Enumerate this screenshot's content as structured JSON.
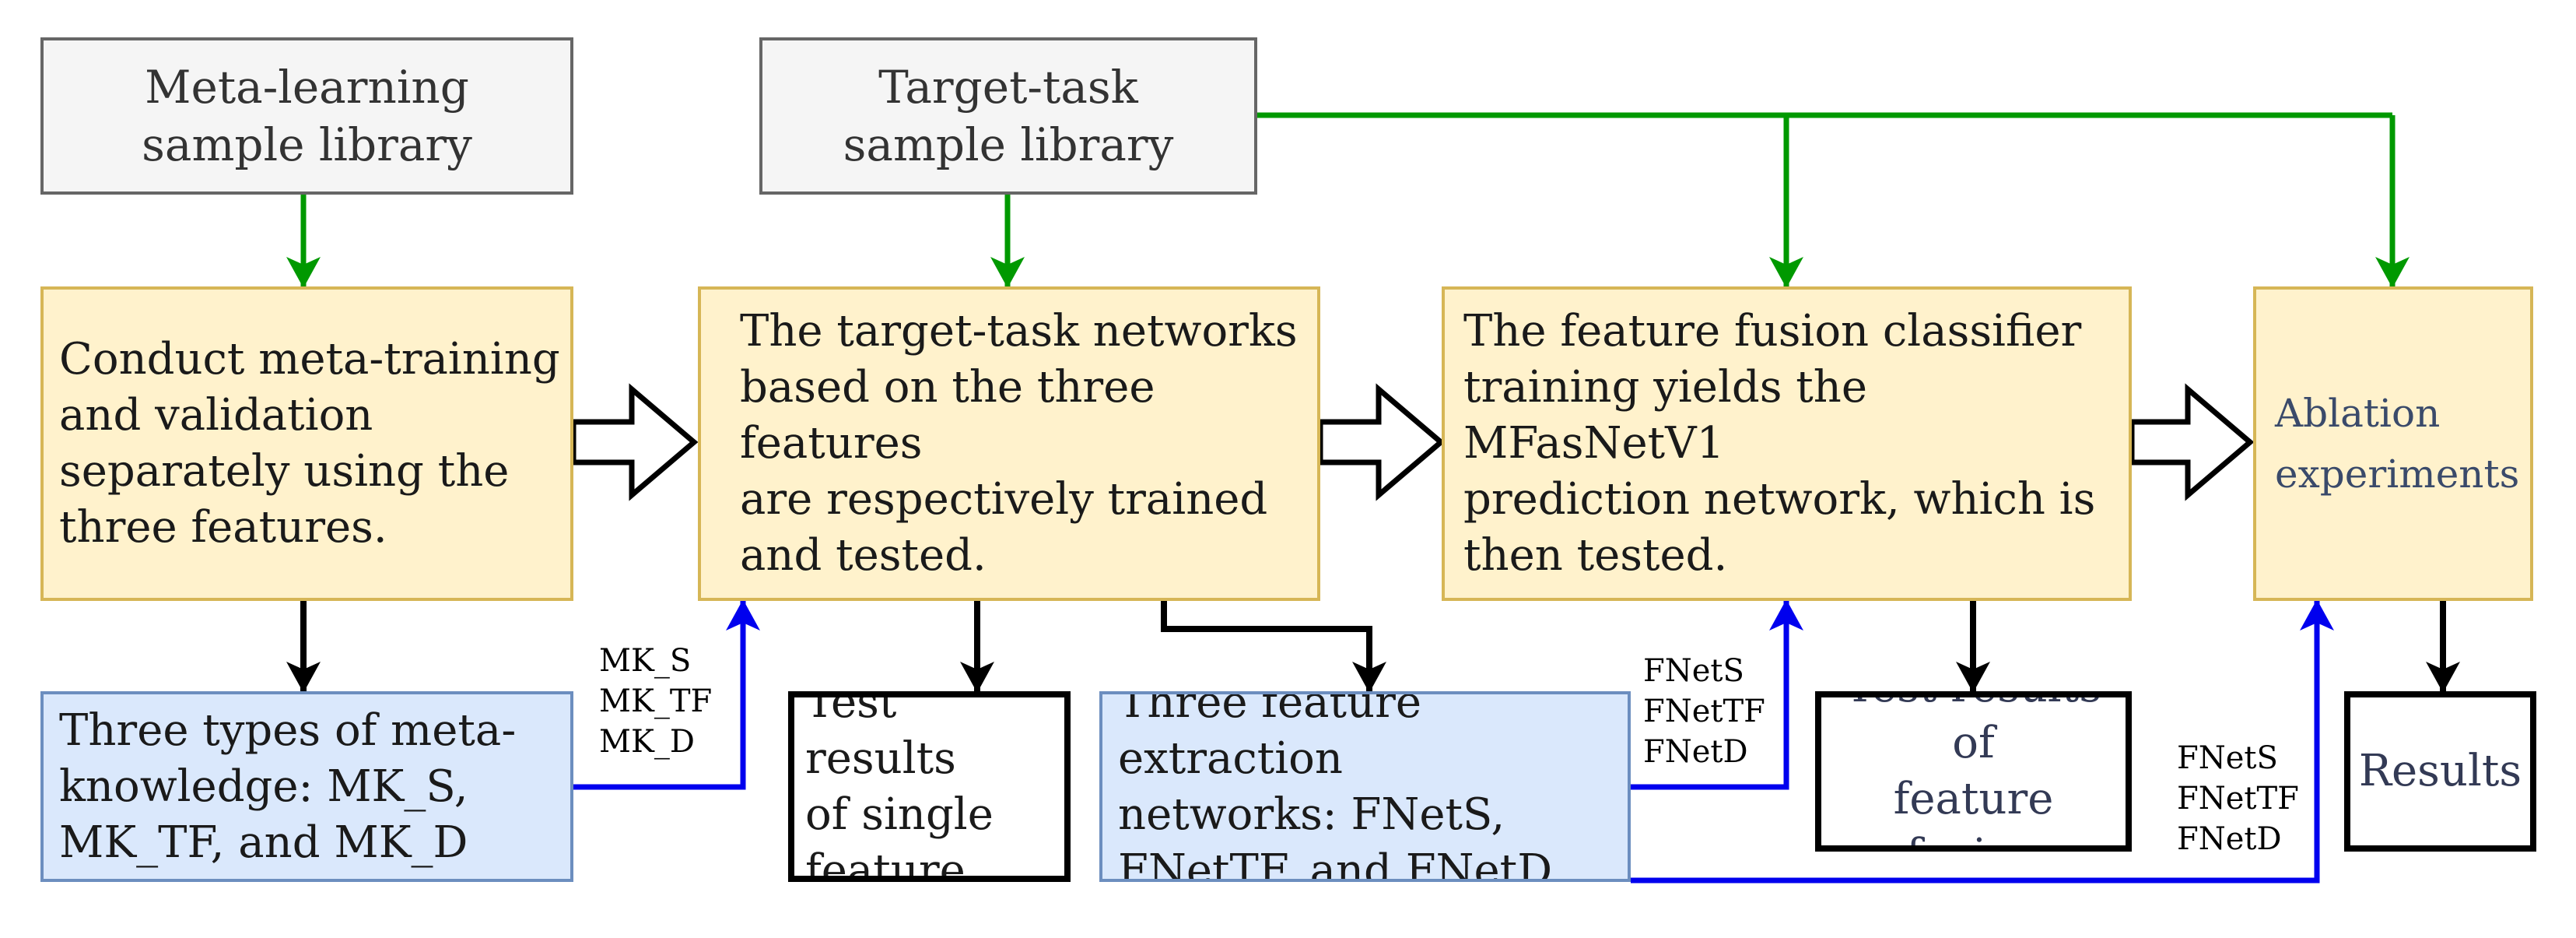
{
  "boxes": {
    "meta_library": "Meta-learning\nsample library",
    "target_library": "Target-task\nsample library",
    "meta_training": "Conduct meta-training\nand validation\nseparately using the\nthree features.",
    "target_networks": "The target-task networks\nbased on the three features\nare respectively trained\nand tested.",
    "fusion_classifier": "The feature fusion classifier\ntraining yields the MFasNetV1\nprediction network, which is\nthen tested.",
    "ablation": "Ablation\nexperiments",
    "meta_knowledge": "Three types of meta-\nknowledge: MK_S,\nMK_TF, and MK_D",
    "single_results": "Test results\nof single\nfeature.",
    "extraction_networks": "Three feature extraction\nnetworks: FNetS,\nFNetTF, and FNetD",
    "fusion_results": "Test results of\nfeature fusion",
    "results": "Results"
  },
  "edge_labels": {
    "mk": "MK_S\nMK_TF\nMK_D",
    "fnet_to_fusion": "FNetS\nFNetTF\nFNetD",
    "fnet_to_ablation": "FNetS\nFNetTF\nFNetD"
  },
  "colors": {
    "green_arrow": "#009900",
    "blue_arrow": "#0000ee",
    "black_arrow": "#000000"
  }
}
